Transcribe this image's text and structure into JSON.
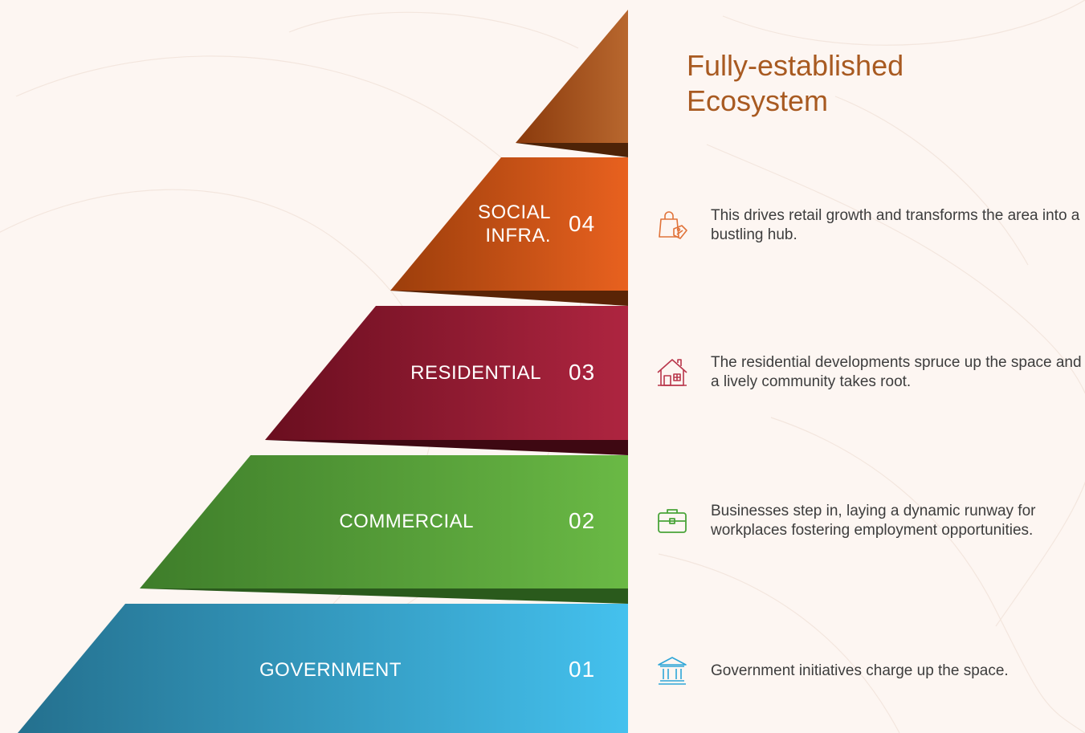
{
  "header": {
    "title": "Fully-established Ecosystem"
  },
  "tiers": [
    {
      "id": "social-infra",
      "name": "SOCIAL INFRA.",
      "name_lines": [
        "SOCIAL",
        "INFRA."
      ],
      "number": "04",
      "description": "This drives retail growth and transforms the area into a bustling hub.",
      "icon": "shopping-bag-icon",
      "colors": {
        "dark": "#9c3e0b",
        "light": "#e8611f",
        "fold": "#5a2406",
        "icon": "#e0733a"
      }
    },
    {
      "id": "residential",
      "name": "RESIDENTIAL",
      "number": "03",
      "description": "The residential developments spruce up the space and a lively community takes root.",
      "icon": "house-icon",
      "colors": {
        "dark": "#6a0e1f",
        "light": "#ae2540",
        "fold": "#3e0812",
        "icon": "#b9364b"
      }
    },
    {
      "id": "commercial",
      "name": "COMMERCIAL",
      "number": "02",
      "description": "Businesses step in, laying a dynamic runway for workplaces fostering employment opportunities.",
      "icon": "briefcase-icon",
      "colors": {
        "dark": "#3e7d2a",
        "light": "#6ab945",
        "fold": "#2a5a1c",
        "icon": "#4aa43a"
      }
    },
    {
      "id": "government",
      "name": "GOVERNMENT",
      "number": "01",
      "description": "Government initiatives charge up the space.",
      "icon": "government-building-icon",
      "colors": {
        "dark": "#24708e",
        "light": "#44c1ee",
        "fold": "#1b5670",
        "icon": "#2ea6d8"
      }
    }
  ],
  "apex": {
    "colors": {
      "dark": "#8a3a0c",
      "light": "#b8672e",
      "fold": "#4e2307"
    }
  },
  "background": {
    "color": "#fdf6f2",
    "contour_color": "#f3e6de"
  }
}
